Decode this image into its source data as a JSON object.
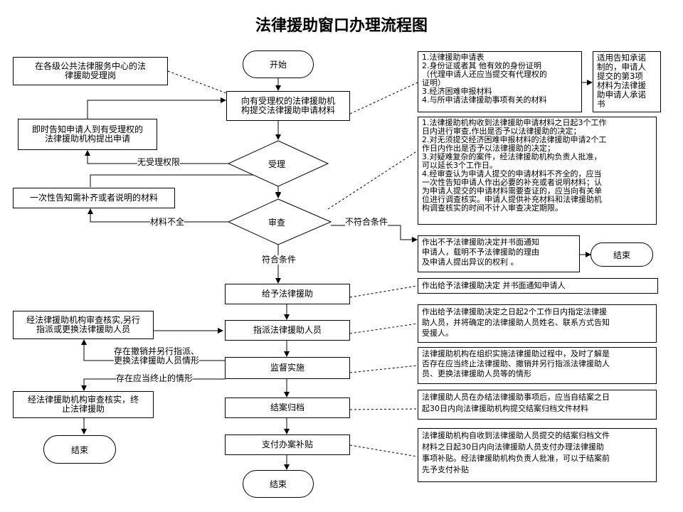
{
  "title": "法律援助窗口办理流程图",
  "main_flow": {
    "start": "开始",
    "submit": "向有受理权的法律援助机\n构提交法律援助申请材料",
    "accept": "受理",
    "review": "审查",
    "grant": "给予法律援助",
    "assign": "指派法律援助人员",
    "supervise": "监督实施",
    "archive": "结案归档",
    "pay": "支付办案补贴",
    "end": "结束"
  },
  "left_flow": {
    "window_post": "在各级公共法律服务中心的法\n律援助受理岗",
    "notify_authority": "即时告知申请人到有受理权的\n法律援助机构提出申请",
    "notify_supplement": "一次性告知需补齐或者说明的材料",
    "recheck_replace": "经法律援助机构审查核实,另行\n指派或更换法律援助人员",
    "recheck_terminate": "经法律援助机构审查核实，终\n止法律援助",
    "end": "结束"
  },
  "edge_labels": {
    "no_authority": "无受理权限",
    "incomplete": "材料不全",
    "not_qualified": "不符合条件",
    "qualified": "符合条件",
    "revoke_reassign": "存在撤销并另行指派、\n更换法律援助人员情形",
    "terminate": "存在应当终止的情形"
  },
  "notes": {
    "materials": "1.法律援助申请表\n2.身份证或者其 他有效的身份证明\n（代理申请人还应当提交有代理权的\n证明）\n3.经济困难申报材料\n4.与所申请法律援助事项有关的材料",
    "promise": "适用告知承诺\n制的，申请人\n提交的第3项\n材料为法律援\n助申请人承诺\n书",
    "review_rules": "1.法律援助机构收到法律援助申请材料之日起3个工作\n日内进行审查,作出是否予以法律援助的决定；\n2.对无须提交经济困难申报材料的法律援助申请2个工\n作日内作出是否予以法律援助的决定；\n3.对疑难复杂的案件，经法律援助机构负责人批准，\n可以延长3个工作日。\n4.经审查认为申请人提交的申请材料不齐全的，应当\n一次性告知申请人作出必要的补充或者说明材料；认\n为申请人提交的申请材料需要查证的，应当向有关单\n位进行调查核实。申请人提供补充材料和法律援助机\n构调查核实的时间不计入审查决定期限。",
    "refusal": "作出不予法律援助决定并书面通知\n申请人，载明不予法律援助的理由\n及申请人提出异议的权利 。",
    "refusal_end": "结束",
    "grant_note": "作出给予法律援助决定 并书面通知申请人",
    "assign_note": "作出给予法律援助决定之日起2个工作日内指定法律援\n助人员，并将确定的法律援助人员姓名、联系方式告知\n受援人。",
    "supervise_note": "法律援助机构在组织实施法律援助过程中，及时了解是\n否存在应当终止法律援助、撤销并另行指派法律援助人\n员、更换法律援助人员等的情形",
    "archive_note": "法律援助人员在办结法律援助事项后，应当自结案之日\n起30日内向法律援助机构提交结案归档文件材料",
    "pay_note": "法律援助机构自收到法律援助人员提交的结案归档文件\n材料之日起30日内向法律援助人员支付办理法律援助\n事项补贴。经法律援助机构负责人批准，可以于结案前\n先予支付补贴"
  }
}
